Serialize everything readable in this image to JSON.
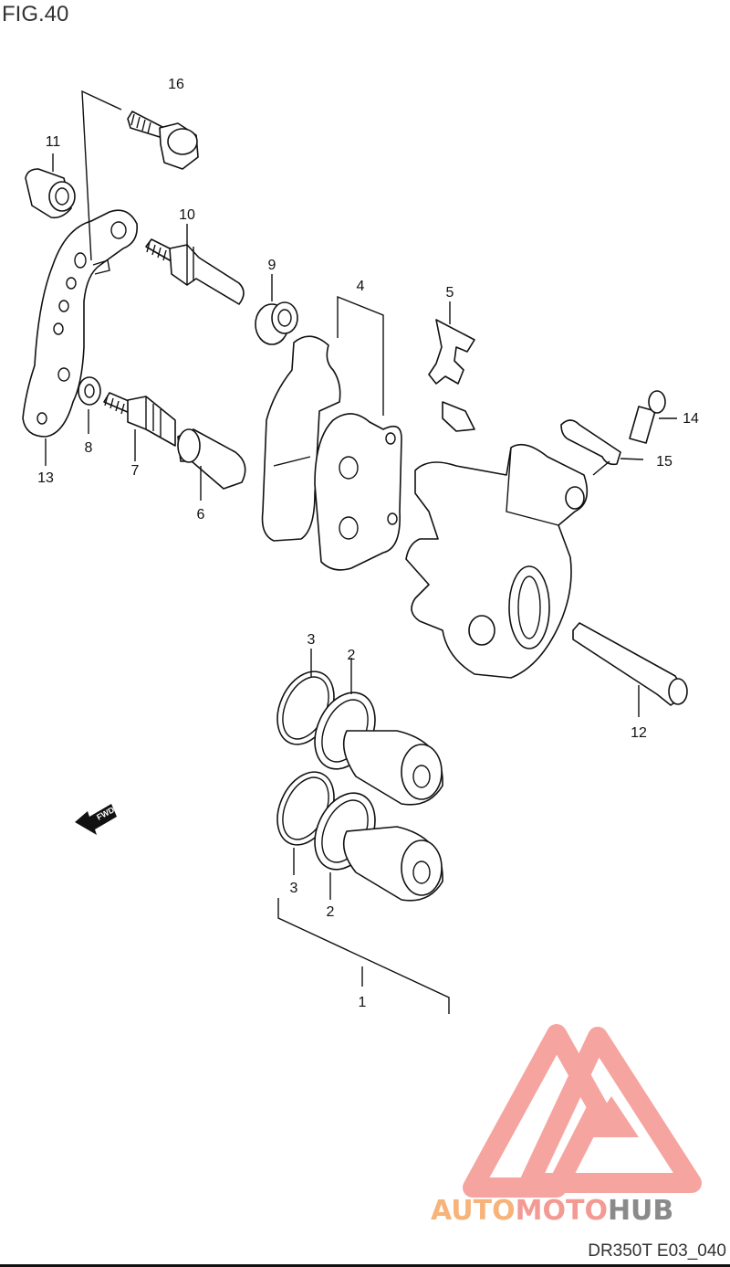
{
  "figure": {
    "title": "FIG.40",
    "code": "DR350T E03_040"
  },
  "fwd_label": "FWD",
  "callouts": {
    "c1": "1",
    "c2a": "2",
    "c2b": "2",
    "c3a": "3",
    "c3b": "3",
    "c4": "4",
    "c5": "5",
    "c6": "6",
    "c7": "7",
    "c8": "8",
    "c9": "9",
    "c10": "10",
    "c11": "11",
    "c12": "12",
    "c13": "13",
    "c14": "14",
    "c15": "15",
    "c16": "16"
  },
  "watermark": {
    "part1": "AUTO",
    "part2": "MOTO",
    "part3": "HUB",
    "colors": {
      "auto": "#f7b37a",
      "moto": "#f49a94",
      "hub": "#8a8a8a",
      "triangle": "#f59590"
    }
  }
}
